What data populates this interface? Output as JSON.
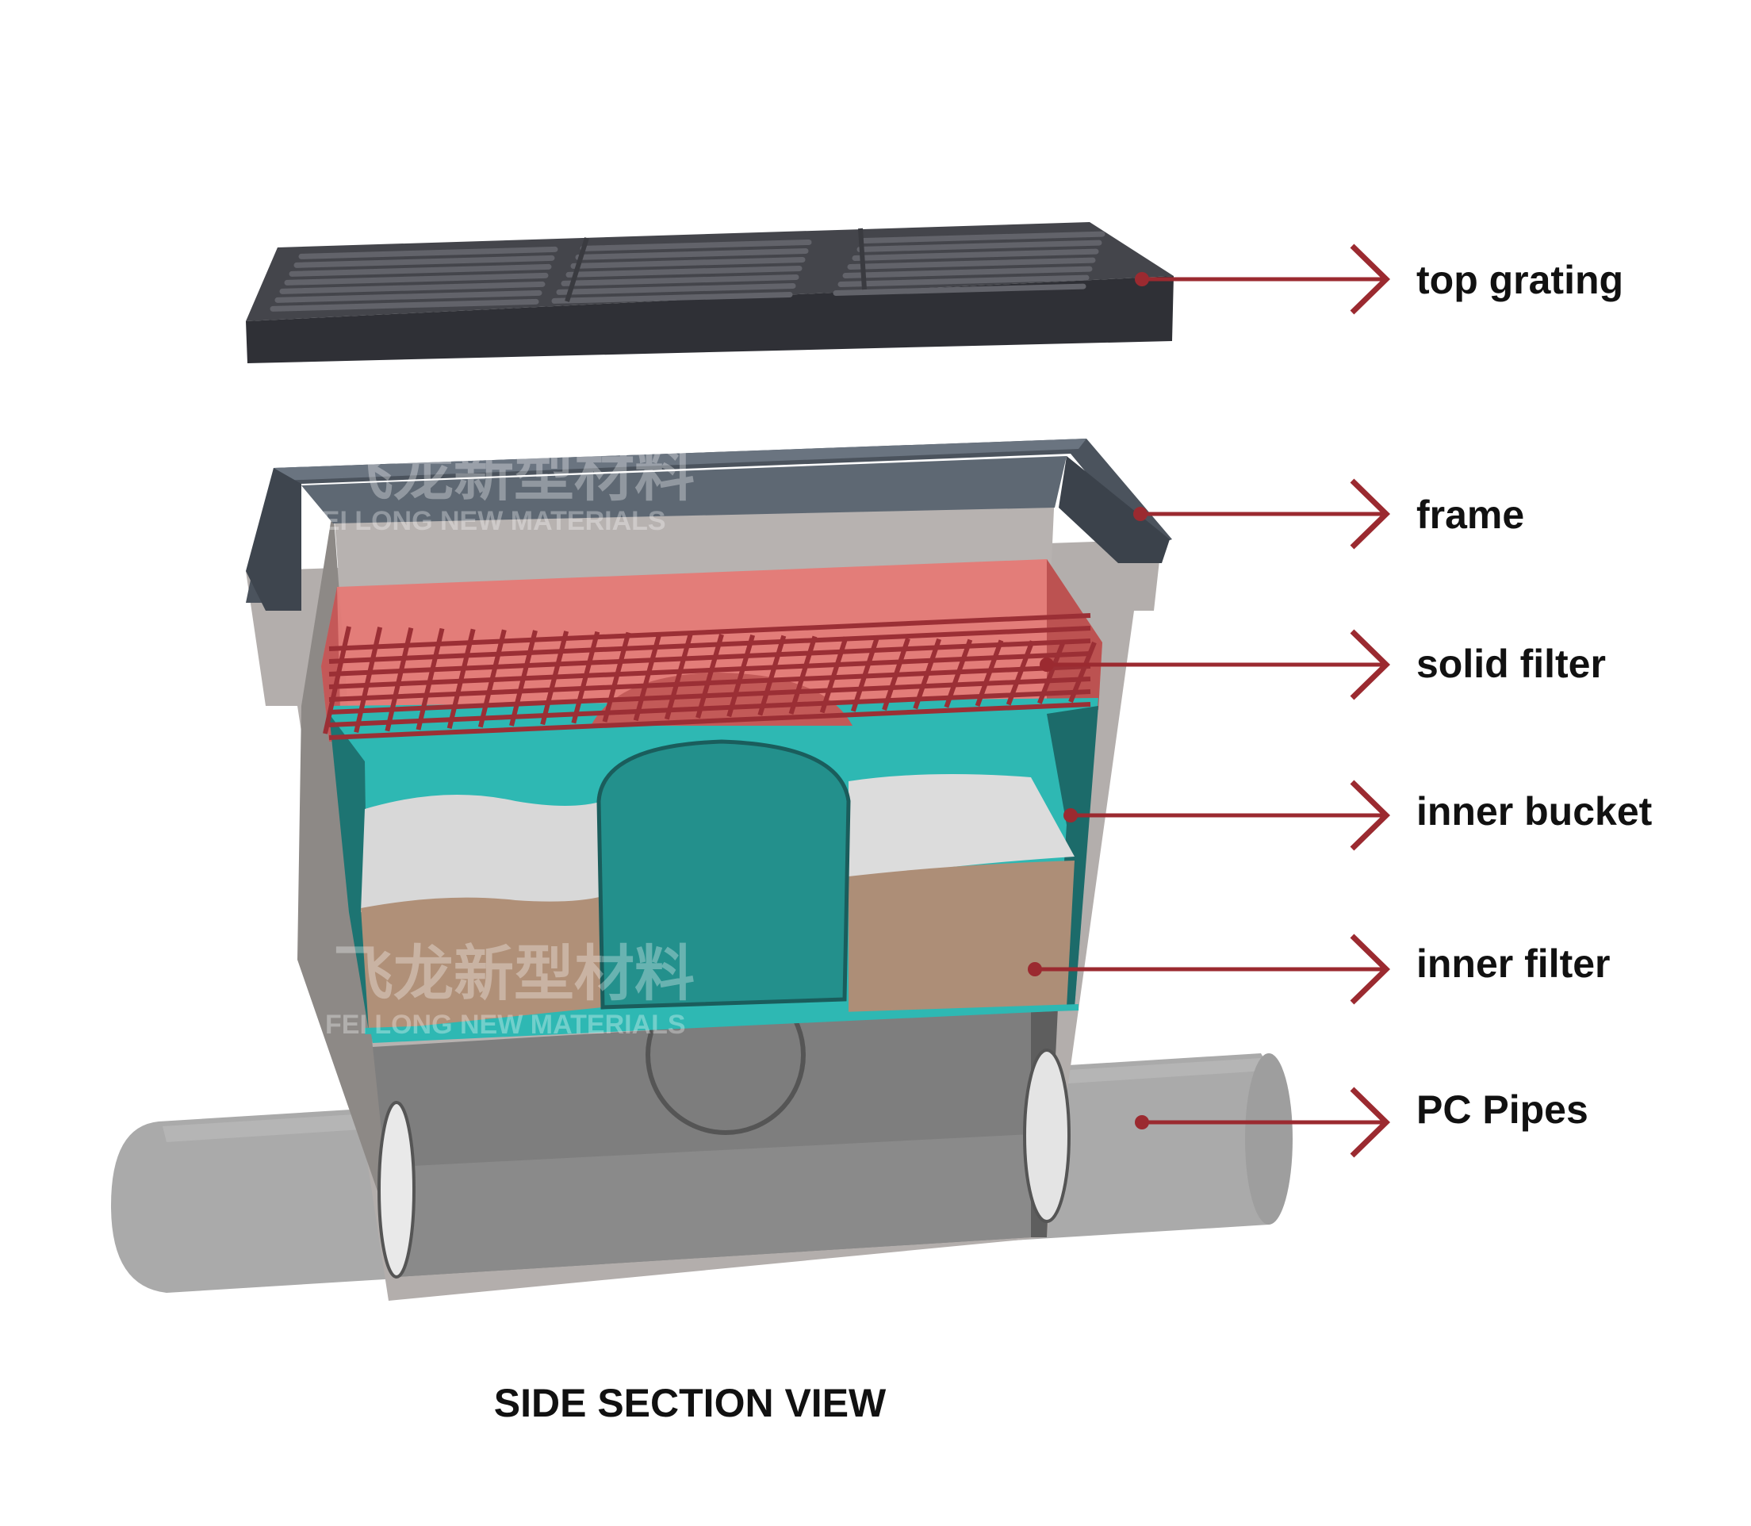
{
  "caption": "SIDE SECTION VIEW",
  "labels": [
    {
      "id": "top-grating",
      "text": "top grating"
    },
    {
      "id": "frame",
      "text": "frame"
    },
    {
      "id": "solid-filter",
      "text": "solid filter"
    },
    {
      "id": "inner-bucket",
      "text": "inner bucket"
    },
    {
      "id": "inner-filter",
      "text": "inner filter"
    },
    {
      "id": "pc-pipes",
      "text": "PC Pipes"
    }
  ],
  "watermark": {
    "chinese": "飞龙新型材料",
    "english": "FEI LONG NEW MATERIALS"
  },
  "colors": {
    "leader": "#9b2a30",
    "grating": "#3f4046",
    "frame": "#4e5660",
    "body": "#b0acaa",
    "pipe": "#a9a9a9",
    "bucket": "#2fb8b4",
    "solid_filter": "#e67a76",
    "inner_filter": "#b49078"
  }
}
